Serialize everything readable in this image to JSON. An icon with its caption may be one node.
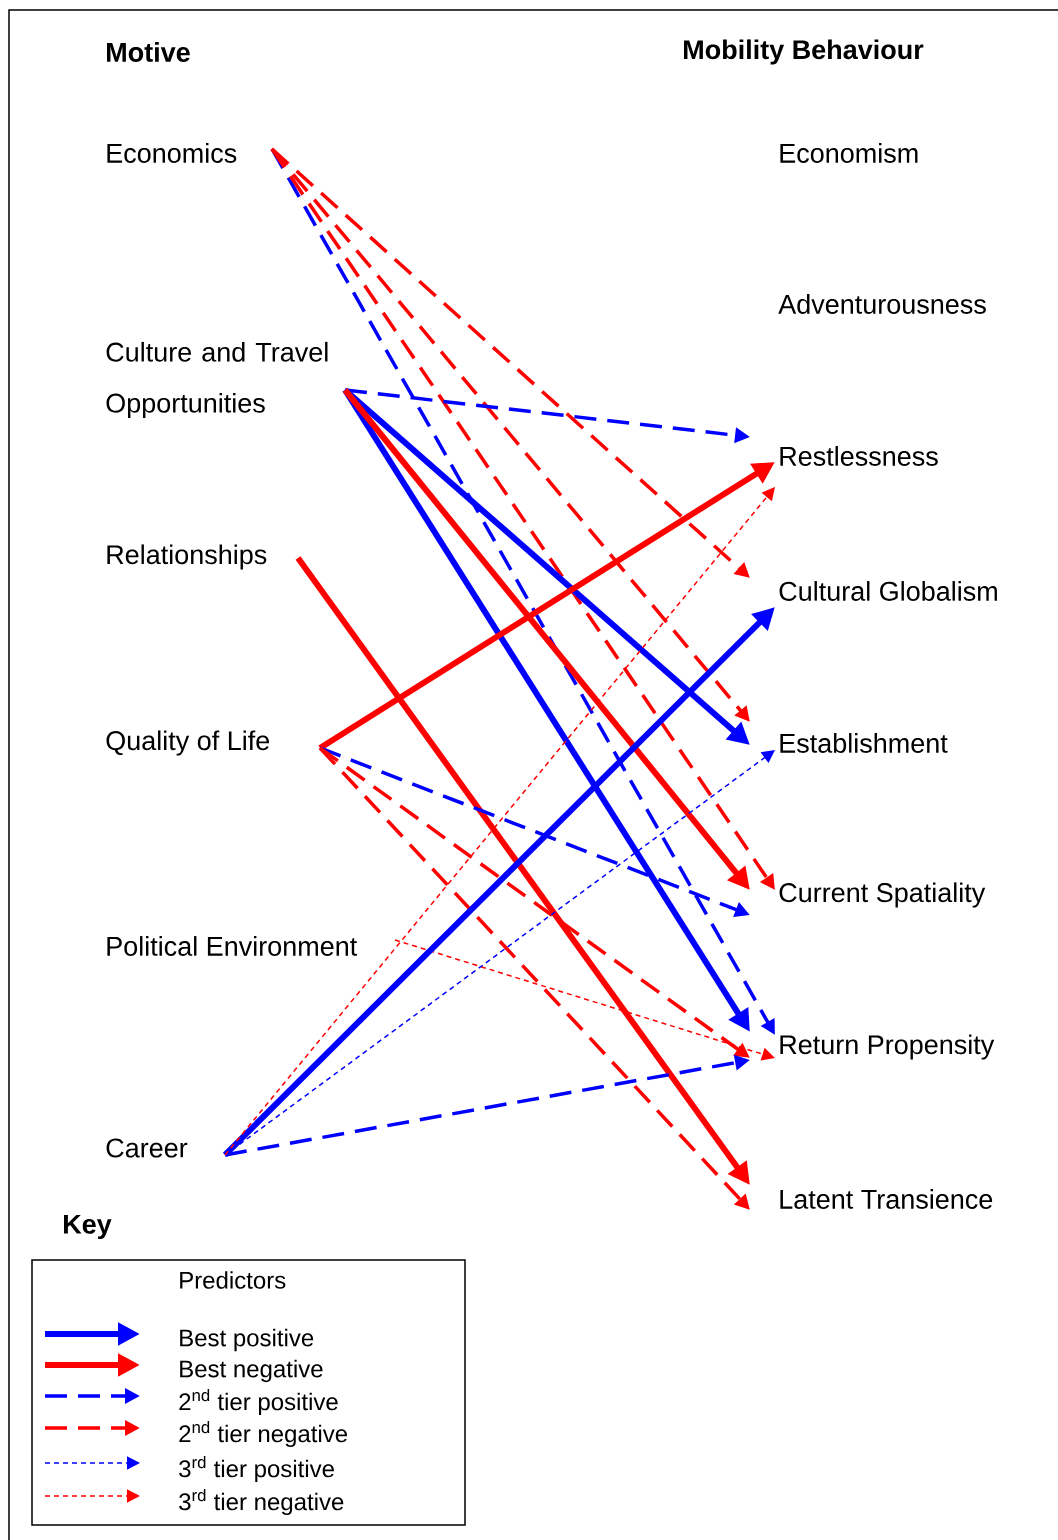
{
  "diagram": {
    "nodes": [
      {
        "text": [
          "Economics"
        ]
      },
      {
        "text": [
          "Culture and Travel Opportunities"
        ]
      },
      {
        "text": [
          "Relationships"
        ]
      },
      {
        "text": [
          "Quality of Life"
        ]
      },
      {
        "text": [
          "Political Environment"
        ]
      },
      {
        "text": [
          "Career"
        ]
      },
      {
        "text": [
          "Economism"
        ]
      },
      {
        "text": [
          "Adventurousness"
        ]
      },
      {
        "text": [
          "Restlessness"
        ]
      },
      {
        "text": [
          "Cultural Globalism"
        ]
      },
      {
        "text": [
          "Establishment"
        ]
      },
      {
        "text": [
          "Current Spatiality"
        ]
      },
      {
        "text": [
          "Return Propensity"
        ]
      },
      {
        "text": [
          "Latent Transience"
        ]
      }
    ],
    "edges": [
      {
        "from": 0,
        "to": 12,
        "arrow": "to",
        "style": "dashed",
        "color": "#0000ff"
      },
      {
        "from": 0,
        "to": 9,
        "arrow": "to",
        "style": "dashed",
        "color": "#ff0000"
      },
      {
        "from": 0,
        "to": 10,
        "arrow": "to",
        "style": "dashed",
        "color": "#ff0000"
      },
      {
        "from": 0,
        "to": 11,
        "arrow": "to",
        "style": "dashed",
        "color": "#ff0000"
      },
      {
        "from": 1,
        "to": 8,
        "arrow": "to",
        "style": "dashed",
        "color": "#0000ff"
      },
      {
        "from": 1,
        "to": 10,
        "arrow": "to",
        "color": "#0000ff"
      },
      {
        "from": 1,
        "to": 12,
        "arrow": "to",
        "color": "#0000ff"
      },
      {
        "from": 1,
        "to": 11,
        "arrow": "to",
        "color": "#ff0000"
      },
      {
        "from": 2,
        "to": 13,
        "arrow": "to",
        "color": "#ff0000"
      },
      {
        "from": 3,
        "to": 8,
        "arrow": "to",
        "color": "#ff0000"
      },
      {
        "from": 3,
        "to": 11,
        "arrow": "to",
        "style": "dashed",
        "color": "#0000ff"
      },
      {
        "from": 3,
        "to": 12,
        "arrow": "to",
        "style": "dashed",
        "color": "#ff0000"
      },
      {
        "from": 3,
        "to": 13,
        "arrow": "to",
        "style": "dashed",
        "color": "#ff0000"
      },
      {
        "from": 4,
        "to": 12,
        "arrow": "to",
        "style": "dashed",
        "color": "#ff0000"
      },
      {
        "from": 5,
        "to": 9,
        "arrow": "to",
        "color": "#0000ff"
      },
      {
        "from": 5,
        "to": 12,
        "arrow": "to",
        "style": "dashed",
        "color": "#0000ff"
      },
      {
        "from": 5,
        "to": 10,
        "arrow": "to",
        "style": "dashed",
        "color": "#0000ff"
      },
      {
        "from": 5,
        "to": 8,
        "arrow": "to",
        "style": "dashed",
        "color": "#ff0000"
      }
    ],
    "labels": [
      "Motive",
      "Mobility Behaviour",
      "Key",
      "Predictors"
    ],
    "legend": [
      {
        "text": "Best positive"
      },
      {
        "text": "Best negative"
      },
      {
        "text": "2$^{nd}$ tier positive"
      },
      {
        "text": "2$^{nd}$ tier negative"
      },
      {
        "text": "3$^{rd}$ tier positive"
      },
      {
        "text": "3$^{rd}$ tier negative"
      }
    ]
  }
}
